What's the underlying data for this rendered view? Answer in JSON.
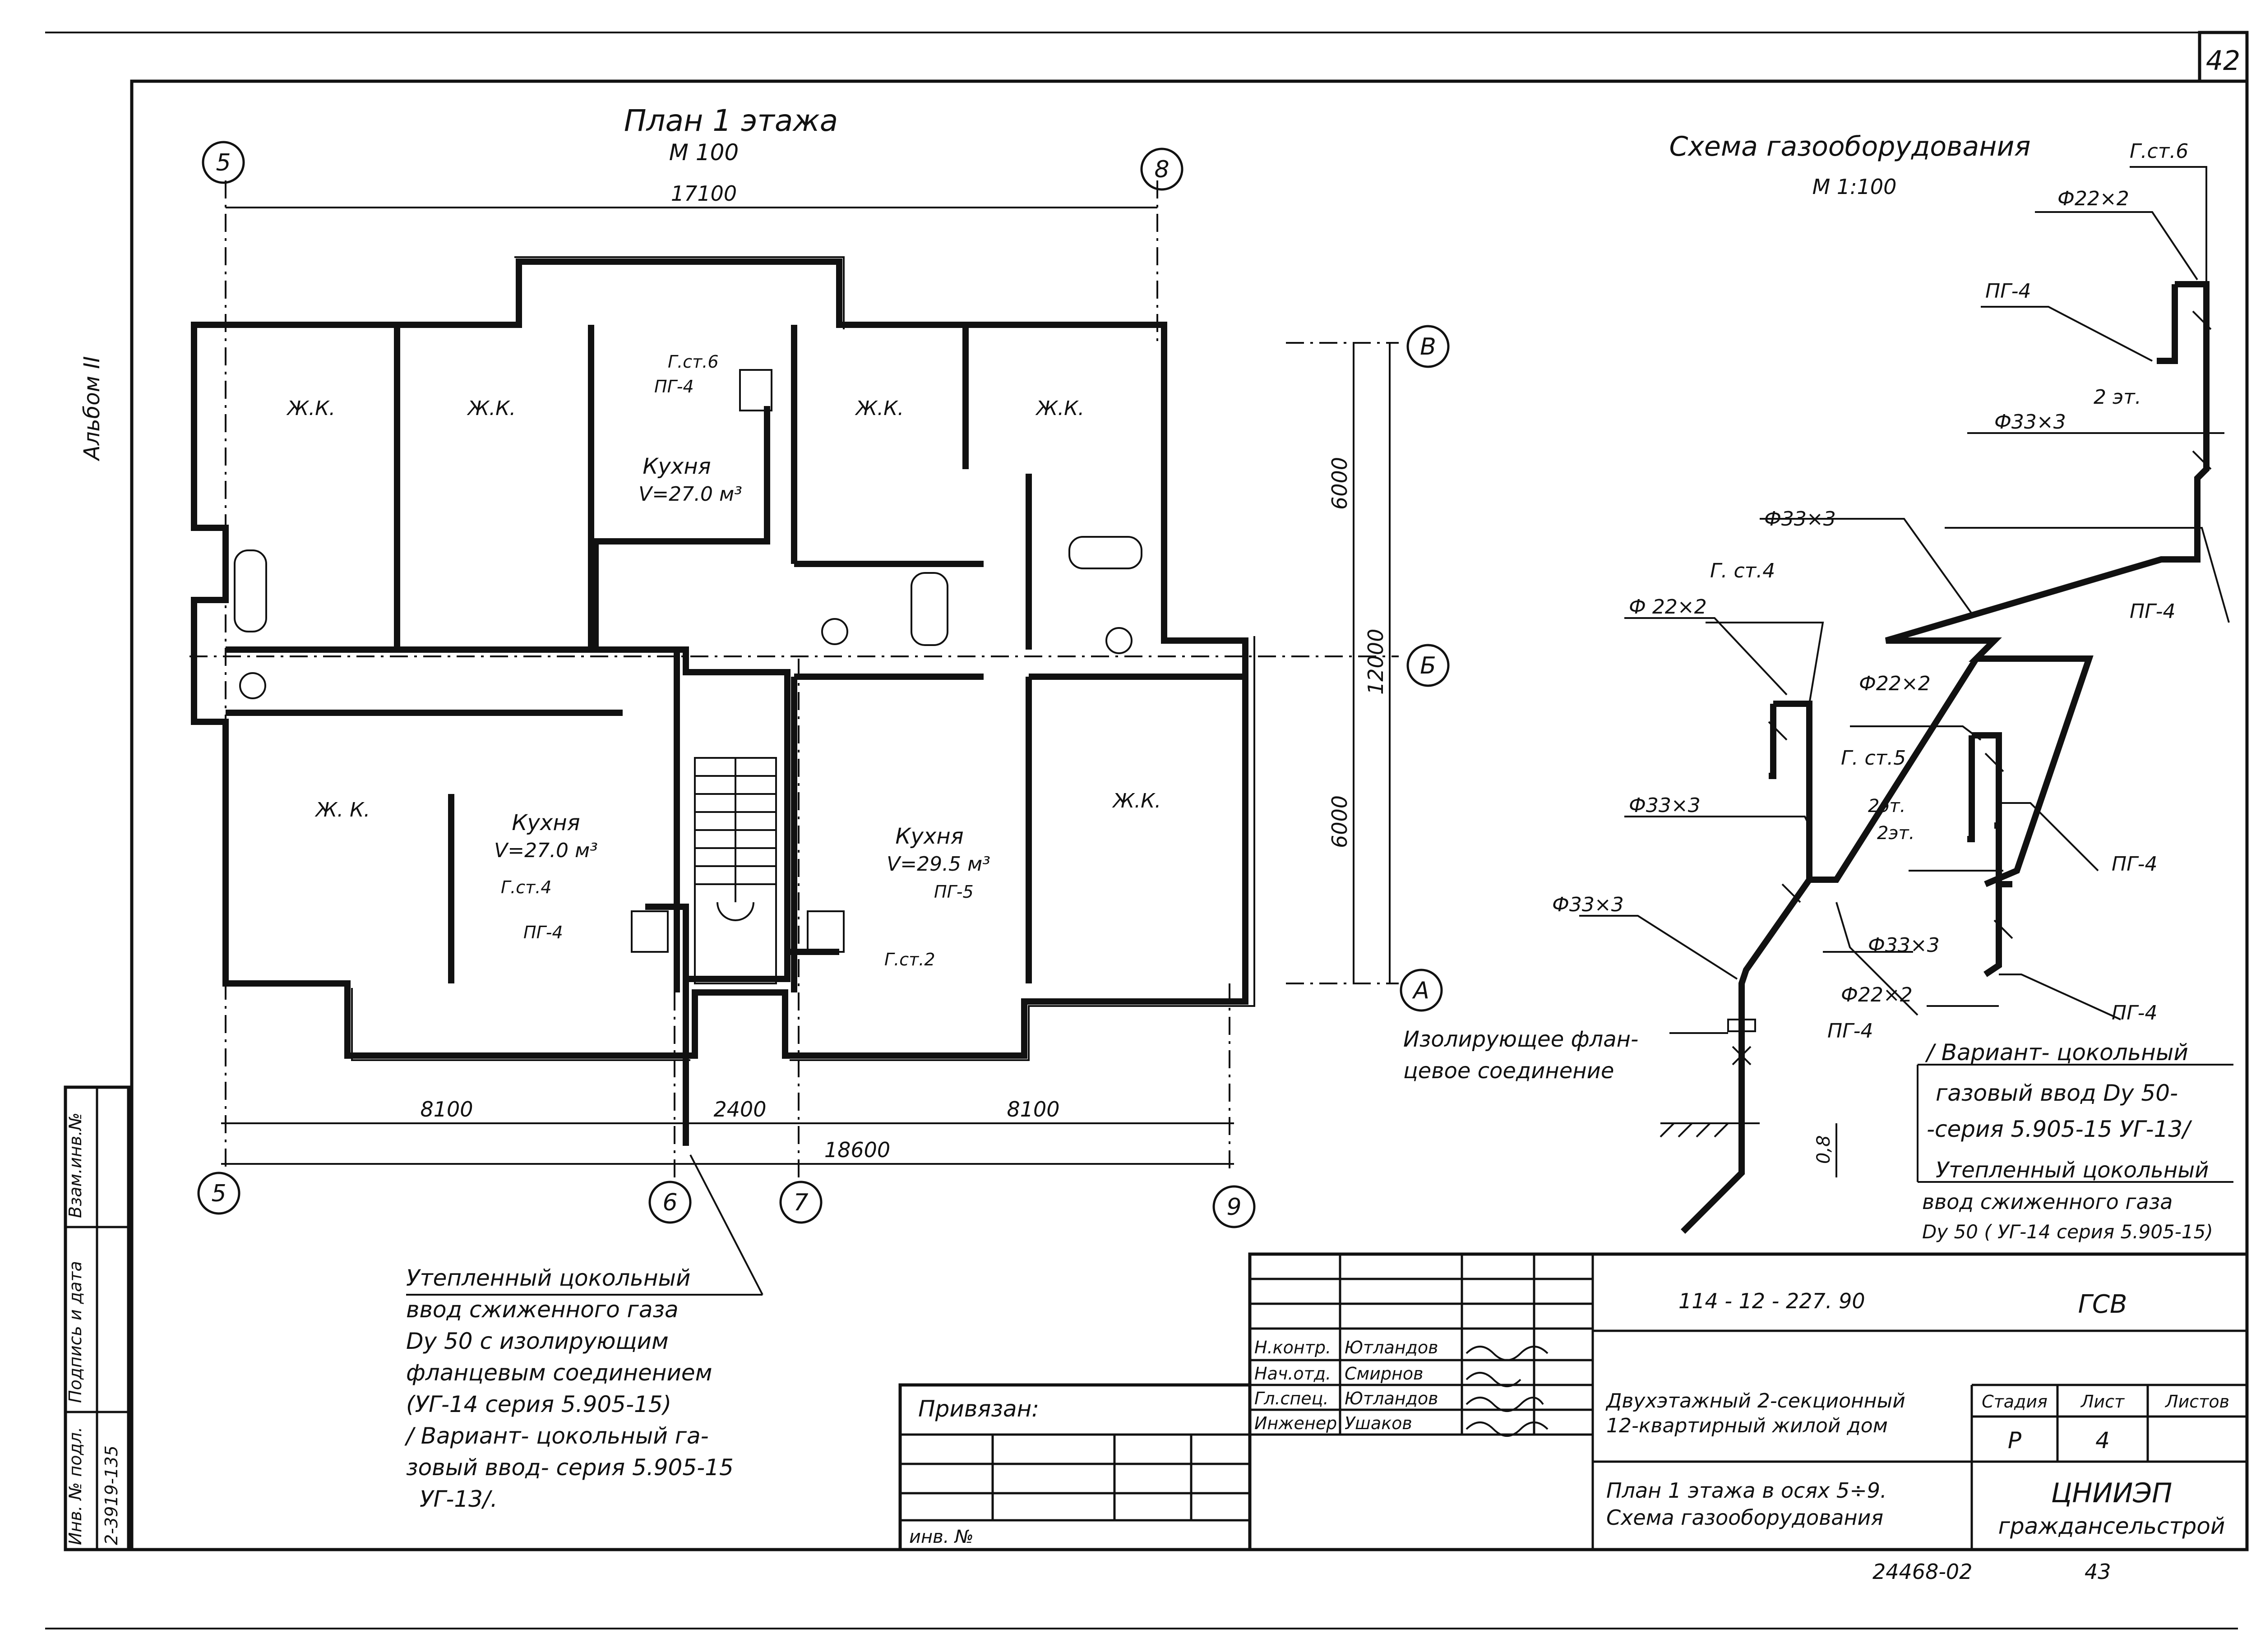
{
  "sheet": {
    "page_number": "42",
    "album_label": "Альбом II",
    "drawing_number": "24468-02",
    "sheet_code": "43"
  },
  "plan": {
    "title": "План 1 этажа",
    "scale": "М 100",
    "axes": {
      "top_left": "5",
      "top_right": "8",
      "right_top": "В",
      "right_mid": "Б",
      "right_bottom": "А",
      "bottom": [
        "5",
        "6",
        "7",
        "9"
      ]
    },
    "dims": {
      "top": "17100",
      "right_top": "6000",
      "right_bottom": "6000",
      "right_total": "12000",
      "bottom_left": "8100",
      "bottom_mid": "2400",
      "bottom_right": "8100",
      "bottom_total": "18600"
    },
    "rooms": [
      {
        "label": "Ж.К."
      },
      {
        "label": "Ж.К."
      },
      {
        "label": "Ж.К."
      },
      {
        "label": "Ж.К."
      },
      {
        "label": "Ж. К."
      },
      {
        "label": "Ж.К."
      }
    ],
    "kitchens": [
      {
        "title": "Кухня",
        "volume": "V=27.0 м³"
      },
      {
        "title": "Кухня",
        "volume": "V=27.0 м³"
      },
      {
        "title": "Кухня",
        "volume": "V=29.5 м³"
      }
    ],
    "tags": {
      "gst6": "Г.ст.6",
      "pg4_top": "ПГ-4",
      "gst4": "Г.ст.4",
      "pg4_left": "ПГ-4",
      "pg5": "ПГ-5",
      "gst2": "Г.ст.2"
    },
    "note_lines": [
      "Утепленный цокольный",
      "ввод сжиженного газа",
      "Dу 50 с изолирующим",
      "фланцевым соединением",
      "(УГ-14 серия 5.905-15)",
      "/ Вариант- цокольный га-",
      "зовый ввод- серия 5.905-15",
      "УГ-13/."
    ]
  },
  "scheme": {
    "title": "Схема газооборудования",
    "scale": "М 1:100",
    "labels": {
      "gst6": "Г.ст.6",
      "d22_top": "Ф22×2",
      "pg4_1": "ПГ-4",
      "floor2_1": "2 эт.",
      "d33_1": "Ф33×3",
      "pg4_2": "ПГ-4",
      "d33_2": "Ф33×3",
      "gst4": "Г. ст.4",
      "d22_2": "Ф 22×2",
      "d22_3": "Ф22×2",
      "gst5": "Г. ст.5",
      "d33_3": "Ф33×3",
      "floor2_2": "2эт.",
      "floor2_3": "2эт.",
      "pg4_3": "ПГ-4",
      "d33_4": "Ф33×3",
      "d33_5": "Ф33×3",
      "d22_4": "Ф22×2",
      "pg4_4": "ПГ-4",
      "pg4_5": "ПГ-4",
      "depth": "0,8",
      "flange_1": "Изолирующее флан-",
      "flange_2": "цевое соединение"
    },
    "note_a": [
      "/ Вариант- цокольный",
      "газовый ввод Dу 50-",
      "-серия 5.905-15 УГ-13/"
    ],
    "note_b": [
      "Утепленный цокольный",
      "ввод сжиженного газа",
      "Dу 50 ( УГ-14 серия 5.905-15)"
    ]
  },
  "title_block": {
    "code": "114 - 12 - 227. 90",
    "mark": "ГСВ",
    "bound_label": "Привязан:",
    "inv_label": "инв. №",
    "roles": [
      {
        "role": "Н.контр.",
        "name": "Ютландов"
      },
      {
        "role": "Нач.отд.",
        "name": "Смирнов"
      },
      {
        "role": "Гл.спец.",
        "name": "Ютландов"
      },
      {
        "role": "Инженер",
        "name": "Ушаков"
      }
    ],
    "project_1": "Двухэтажный 2-секционный",
    "project_2": "12-квартирный жилой дом",
    "stage_h": "Стадия",
    "sheet_h": "Лист",
    "sheets_h": "Листов",
    "stage_v": "Р",
    "sheet_v": "4",
    "content_1": "План 1 этажа в осях 5÷9.",
    "content_2": "Схема газооборудования",
    "org_1": "ЦНИИЭП",
    "org_2": "граждансельстрой"
  },
  "side_stamp": {
    "col1": "Взам.инв.№",
    "col2": "Подпись и дата",
    "col3": "Инв. № подл.",
    "inv_value": "2-3919-135"
  }
}
